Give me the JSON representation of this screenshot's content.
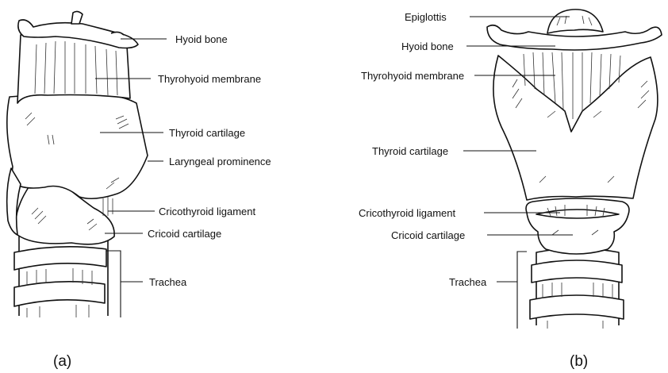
{
  "figure_a": {
    "caption": "(a)",
    "labels": {
      "hyoid_bone": "Hyoid bone",
      "thyrohyoid_membrane": "Thyrohyoid membrane",
      "thyroid_cartilage": "Thyroid cartilage",
      "laryngeal_prominence": "Laryngeal prominence",
      "cricothyroid_ligament": "Cricothyroid ligament",
      "cricoid_cartilage": "Cricoid cartilage",
      "trachea": "Trachea"
    }
  },
  "figure_b": {
    "caption": "(b)",
    "labels": {
      "epiglottis": "Epiglottis",
      "hyoid_bone": "Hyoid bone",
      "thyrohyoid_membrane": "Thyrohyoid membrane",
      "thyroid_cartilage": "Thyroid cartilage",
      "cricothyroid_ligament": "Cricothyroid ligament",
      "cricoid_cartilage": "Cricoid cartilage",
      "trachea": "Trachea"
    }
  }
}
